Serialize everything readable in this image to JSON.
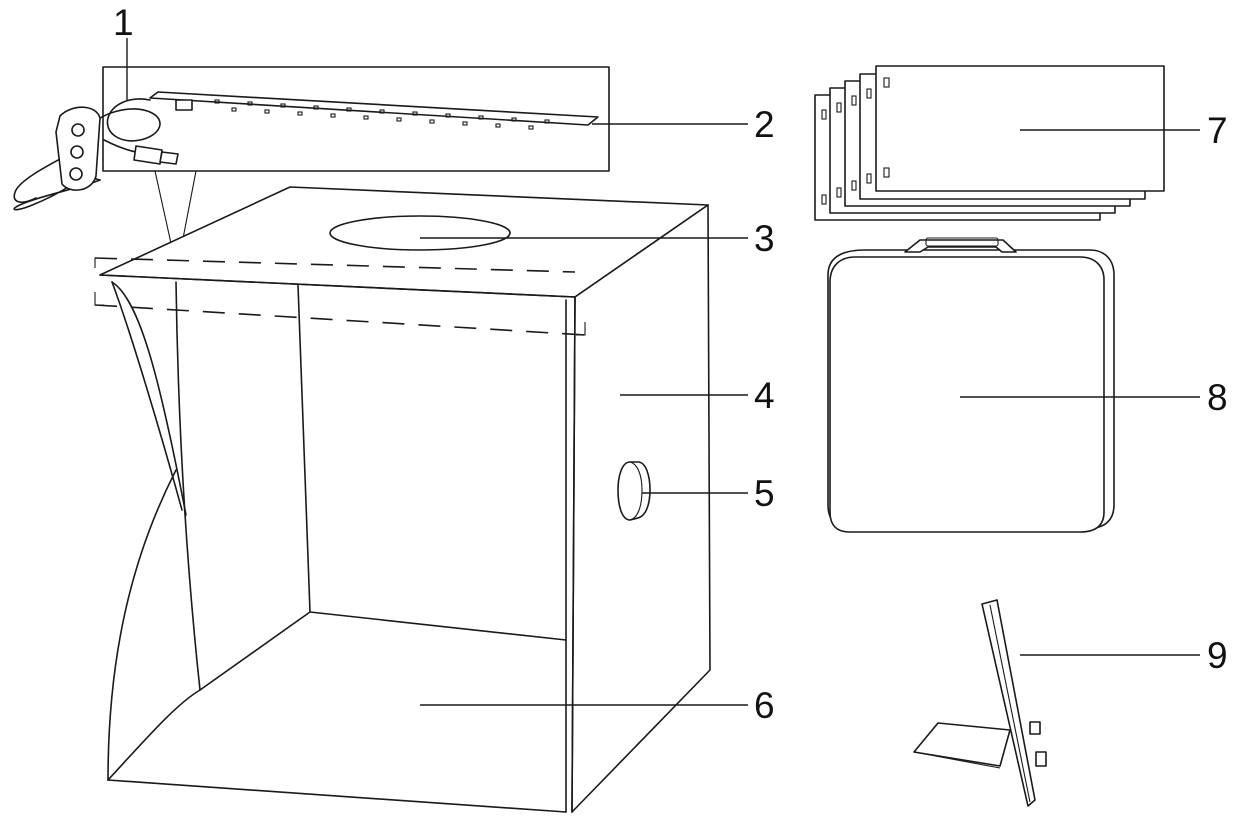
{
  "callouts": [
    {
      "number": "1"
    },
    {
      "number": "2"
    },
    {
      "number": "3"
    },
    {
      "number": "4"
    },
    {
      "number": "5"
    },
    {
      "number": "6"
    },
    {
      "number": "7"
    },
    {
      "number": "8"
    },
    {
      "number": "9"
    }
  ],
  "colors": {
    "line": "#1a1a1a",
    "background": "#ffffff"
  }
}
